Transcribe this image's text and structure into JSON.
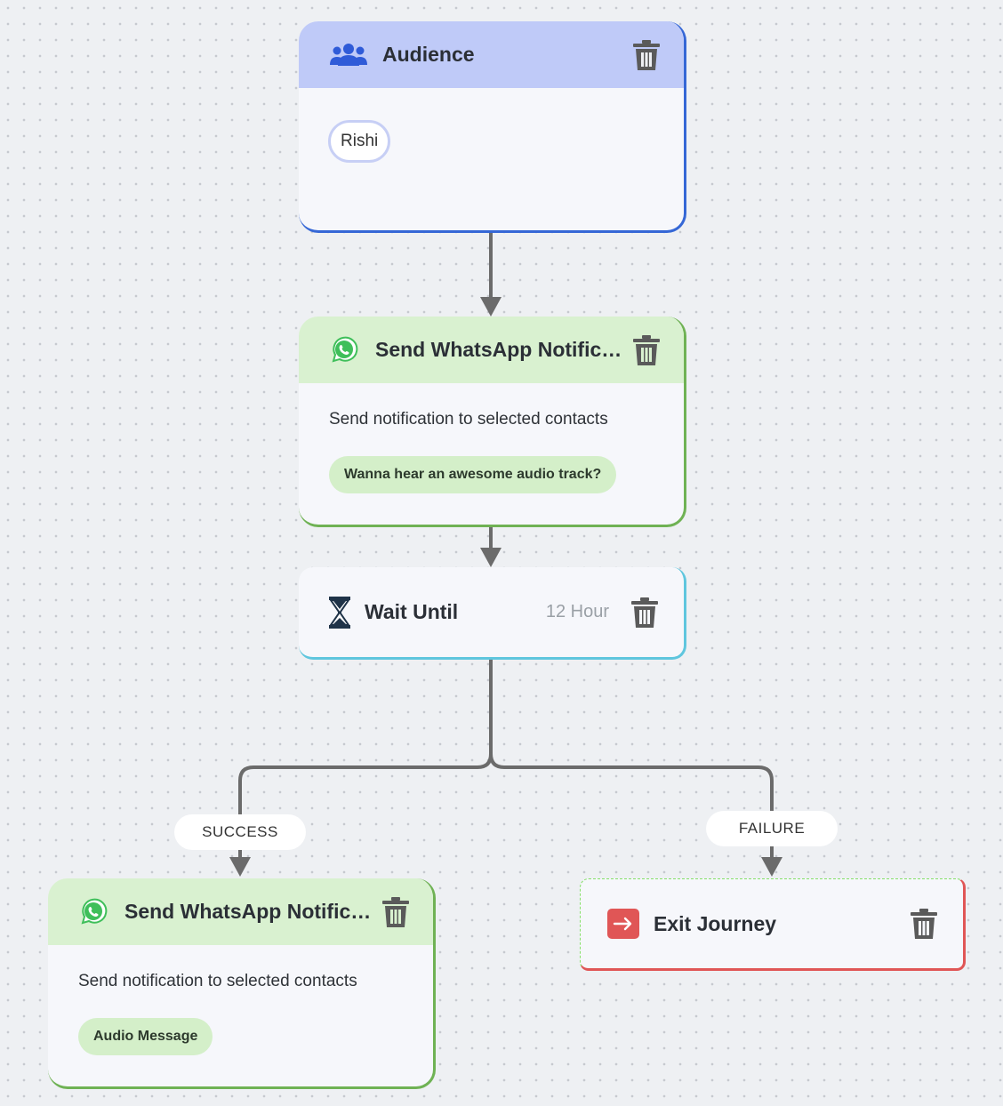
{
  "audience": {
    "title": "Audience",
    "tag": "Rishi"
  },
  "whatsapp_1": {
    "title": "Send WhatsApp Notification",
    "description": "Send notification to selected contacts",
    "chip": "Wanna hear an awesome audio track?"
  },
  "wait": {
    "title": "Wait Until",
    "duration": "12 Hour"
  },
  "branches": {
    "success_label": "SUCCESS",
    "failure_label": "FAILURE"
  },
  "whatsapp_2": {
    "title": "Send WhatsApp Notification",
    "description": "Send notification to selected contacts",
    "chip": "Audio Message"
  },
  "exit": {
    "title": "Exit Journey"
  },
  "colors": {
    "audience_header": "#bfcaf8",
    "audience_border": "#3567d6",
    "whatsapp_header": "#d9f1d0",
    "whatsapp_border": "#6fb254",
    "wait_border": "#5fc6de",
    "exit_border": "#e05656",
    "exit_dash": "#86e06a",
    "connector": "#6b6b6b"
  },
  "icons": {
    "audience": "users-icon",
    "whatsapp": "whatsapp-icon",
    "wait": "hourglass-icon",
    "exit": "exit-arrow-icon",
    "delete": "trash-icon"
  }
}
